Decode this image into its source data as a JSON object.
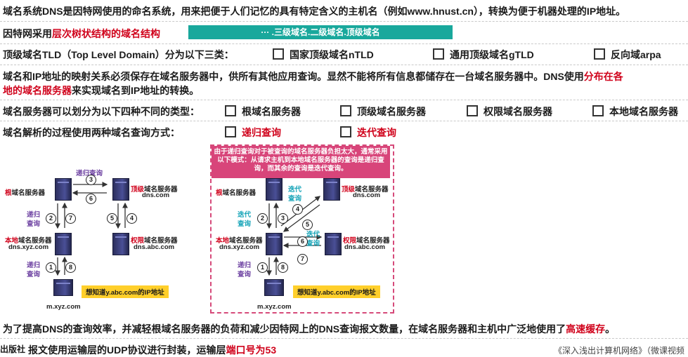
{
  "line1": "域名系统DNS是因特网使用的命名系统，用来把便于人们记忆的具有特定含义的主机名（例如www.hnust.cn），转换为便于机器处理的IP地址。",
  "line2": {
    "prefix": "因特网采用",
    "highlight": "层次树状结构的域名结构",
    "bar_text": "··· .三级域名.二级域名.顶级域名"
  },
  "line3": {
    "label": "顶级域名TLD（Top Level Domain）分为以下三类：",
    "options": [
      "国家顶级域名nTLD",
      "通用顶级域名gTLD",
      "反向域arpa"
    ]
  },
  "line4": {
    "text1": "域名和IP地址的映射关系必须保存在域名服务器中，供所有其他应用查询。显然不能将所有信息都储存在一台域名服务器中。DNS使用",
    "highlight1": "分布在各",
    "highlight2": "地的域名服务器",
    "text2": "来实现域名到IP地址的转换。"
  },
  "line5": {
    "label": "域名服务器可以划分为以下四种不同的类型：",
    "options": [
      "根域名服务器",
      "顶级域名服务器",
      "权限域名服务器",
      "本地域名服务器"
    ]
  },
  "line6": {
    "label": "域名解析的过程使用两种域名查询方式：",
    "options": [
      "递归查询",
      "迭代查询"
    ]
  },
  "diagram_left": {
    "root": {
      "prefix": "根",
      "rest": "域名服务器"
    },
    "tld": {
      "prefix": "顶级",
      "rest": "域名服务器",
      "host": "dns.com"
    },
    "local": {
      "prefix": "本地",
      "rest": "域名服务器",
      "host": "dns.xyz.com"
    },
    "auth": {
      "prefix": "权限",
      "rest": "域名服务器",
      "host": "dns.abc.com"
    },
    "recursive": "递归查询",
    "recursive_v1": "递归",
    "recursive_v2": "查询",
    "pc_host": "m.xyz.com",
    "pc_note": "想知道y.abc.com的IP地址"
  },
  "diagram_right": {
    "header": "由于递归查询对于被查询的域名服务器负担太大，通常采用以下模式：从请求主机到本地域名服务器的查询是递归查询，而其余的查询是迭代查询。",
    "iter1": "迭代",
    "iter2": "查询",
    "rec1": "递归",
    "rec2": "查询",
    "pc_host": "m.xyz.com",
    "pc_note": "想知道y.abc.com的IP地址"
  },
  "line7": {
    "text": "为了提高DNS的查询效率，并减轻根域名服务器的负荷和减少因特网上的DNS查询报文数量，在域名服务器和主机中广泛地使用了",
    "highlight": "高速缓存",
    "end": "。"
  },
  "line8": {
    "publisher": "出版社",
    "text": "报文使用运输层的UDP协议进行封装，运输层",
    "highlight": "端口号为53"
  },
  "footer_book": "《深入浅出计算机网络》（微课视频"
}
